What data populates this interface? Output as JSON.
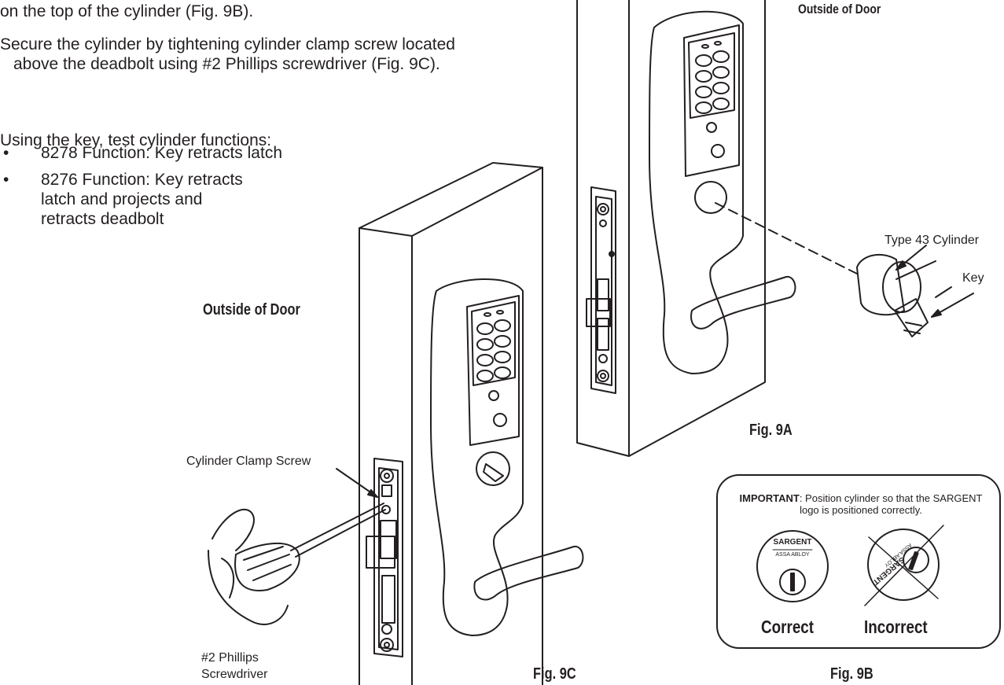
{
  "instructions": {
    "line_top": "on the top of the cylinder (Fig. 9B).",
    "step_secure": "Secure the cylinder by tightening cylinder clamp screw located above the deadbolt using #2 Phillips screwdriver (Fig. 9C).",
    "step_test": "Using the key, test cylinder functions:",
    "bullets": [
      "8278 Function: Key retracts latch",
      "8276 Function: Key retracts latch and projects and retracts deadbolt"
    ],
    "bullet_symbol": "•"
  },
  "fig_9a": {
    "caption": "Fig. 9A",
    "side_label": "Outside of Door",
    "cylinder_label": "Type 43 Cylinder",
    "key_label": "Key"
  },
  "fig_9c": {
    "caption": "Fig. 9C",
    "side_label": "Outside of Door",
    "clamp_screw_label": "Cylinder Clamp Screw",
    "screwdriver_label_1": "#2 Phillips",
    "screwdriver_label_2": "Screwdriver"
  },
  "fig_9b": {
    "caption": "Fig. 9B",
    "important_prefix": "IMPORTANT",
    "important_text": ": Position cylinder so that the SARGENT logo is positioned correctly.",
    "brand": "SARGENT",
    "sub_brand": "ASSA ABLOY",
    "correct_label": "Correct",
    "incorrect_label": "Incorrect"
  },
  "colors": {
    "ink": "#231f20",
    "paper": "#ffffff"
  }
}
